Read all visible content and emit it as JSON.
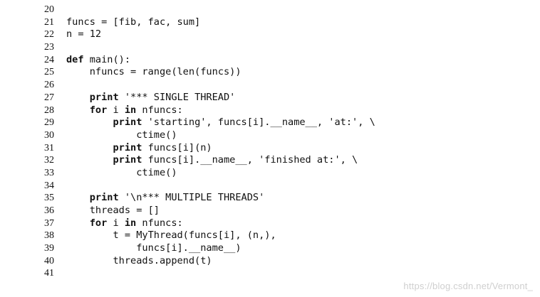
{
  "code": {
    "lines": [
      {
        "number": "20",
        "segments": []
      },
      {
        "number": "21",
        "segments": [
          {
            "text": "funcs = [fib, fac, sum]",
            "bold": false
          }
        ]
      },
      {
        "number": "22",
        "segments": [
          {
            "text": "n = 12",
            "bold": false
          }
        ]
      },
      {
        "number": "23",
        "segments": []
      },
      {
        "number": "24",
        "segments": [
          {
            "text": "def",
            "bold": true
          },
          {
            "text": " main():",
            "bold": false
          }
        ]
      },
      {
        "number": "25",
        "segments": [
          {
            "text": "    nfuncs = range(len(funcs))",
            "bold": false
          }
        ]
      },
      {
        "number": "26",
        "segments": []
      },
      {
        "number": "27",
        "segments": [
          {
            "text": "    ",
            "bold": false
          },
          {
            "text": "print",
            "bold": true
          },
          {
            "text": " '*** SINGLE THREAD'",
            "bold": false
          }
        ]
      },
      {
        "number": "28",
        "segments": [
          {
            "text": "    ",
            "bold": false
          },
          {
            "text": "for",
            "bold": true
          },
          {
            "text": " i ",
            "bold": false
          },
          {
            "text": "in",
            "bold": true
          },
          {
            "text": " nfuncs:",
            "bold": false
          }
        ]
      },
      {
        "number": "29",
        "segments": [
          {
            "text": "        ",
            "bold": false
          },
          {
            "text": "print",
            "bold": true
          },
          {
            "text": " 'starting', funcs[i].__name__, 'at:', \\",
            "bold": false
          }
        ]
      },
      {
        "number": "30",
        "segments": [
          {
            "text": "            ctime()",
            "bold": false
          }
        ]
      },
      {
        "number": "31",
        "segments": [
          {
            "text": "        ",
            "bold": false
          },
          {
            "text": "print",
            "bold": true
          },
          {
            "text": " funcs[i](n)",
            "bold": false
          }
        ]
      },
      {
        "number": "32",
        "segments": [
          {
            "text": "        ",
            "bold": false
          },
          {
            "text": "print",
            "bold": true
          },
          {
            "text": " funcs[i].__name__, 'finished at:', \\",
            "bold": false
          }
        ]
      },
      {
        "number": "33",
        "segments": [
          {
            "text": "            ctime()",
            "bold": false
          }
        ]
      },
      {
        "number": "34",
        "segments": []
      },
      {
        "number": "35",
        "segments": [
          {
            "text": "    ",
            "bold": false
          },
          {
            "text": "print",
            "bold": true
          },
          {
            "text": " '\\n*** MULTIPLE THREADS'",
            "bold": false
          }
        ]
      },
      {
        "number": "36",
        "segments": [
          {
            "text": "    threads = []",
            "bold": false
          }
        ]
      },
      {
        "number": "37",
        "segments": [
          {
            "text": "    ",
            "bold": false
          },
          {
            "text": "for",
            "bold": true
          },
          {
            "text": " i ",
            "bold": false
          },
          {
            "text": "in",
            "bold": true
          },
          {
            "text": " nfuncs:",
            "bold": false
          }
        ]
      },
      {
        "number": "38",
        "segments": [
          {
            "text": "        t = MyThread(funcs[i], (n,),",
            "bold": false
          }
        ]
      },
      {
        "number": "39",
        "segments": [
          {
            "text": "            funcs[i].__name__)",
            "bold": false
          }
        ]
      },
      {
        "number": "40",
        "segments": [
          {
            "text": "        threads.append(t)",
            "bold": false
          }
        ]
      },
      {
        "number": "41",
        "segments": []
      }
    ]
  },
  "watermark": {
    "text": "https://blog.csdn.net/Vermont_"
  }
}
